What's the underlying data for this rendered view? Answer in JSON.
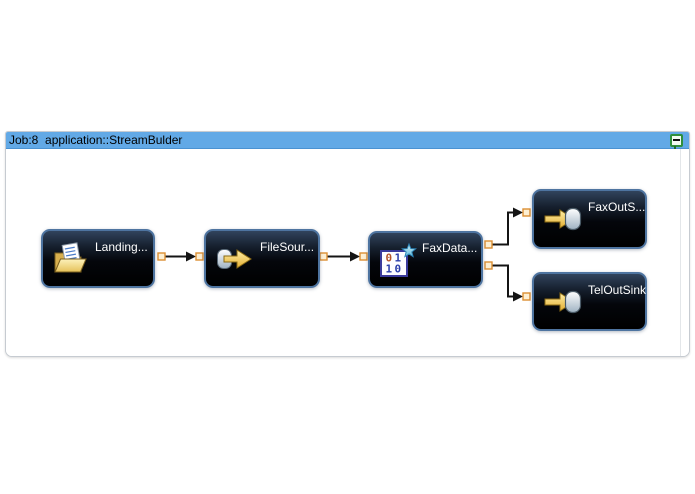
{
  "window": {
    "title": "Job:8  application::StreamBulder",
    "collapse_icon": "collapse-job-icon"
  },
  "diagram": {
    "nodes": [
      {
        "id": "landing",
        "label": "Landing...",
        "icon": "open-folder-icon"
      },
      {
        "id": "filesource",
        "label": "FileSour...",
        "icon": "stream-source-icon"
      },
      {
        "id": "faxdata",
        "label": "FaxData...",
        "icon": "functor-transform-icon"
      },
      {
        "id": "faxoutsink",
        "label": "FaxOutS...",
        "icon": "stream-sink-icon"
      },
      {
        "id": "teloutsink",
        "label": "TelOutSink",
        "icon": "stream-sink-icon"
      }
    ],
    "edges": [
      {
        "from": "landing",
        "to": "filesource"
      },
      {
        "from": "filesource",
        "to": "faxdata"
      },
      {
        "from": "faxdata",
        "to": "faxoutsink"
      },
      {
        "from": "faxdata",
        "to": "teloutsink"
      }
    ],
    "functor_icon_digits": [
      "0",
      "1",
      "1",
      "0"
    ]
  },
  "colors": {
    "titlebar": "#62a9e6",
    "title_text": "#000000",
    "node_border": "#4e74a0",
    "node_fill_top": "#31435c",
    "node_fill": "#000000",
    "label_text": "#ffffff",
    "port_border": "#dc8f33",
    "port_fill": "#fdefd2",
    "edge": "#141414",
    "arrow_gold": "#e9b93b",
    "collapse_icon_green": "#2f8f3c"
  }
}
